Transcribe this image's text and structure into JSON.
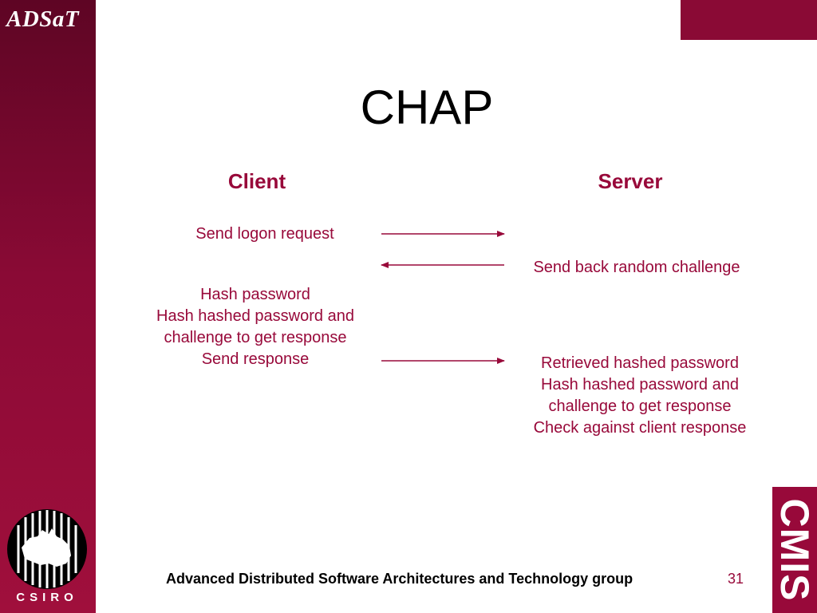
{
  "brand": {
    "name": "ADSaT"
  },
  "slide": {
    "title": "CHAP",
    "client": {
      "heading": "Client",
      "step1": "Send logon request",
      "step2_lines": [
        "Hash password",
        "Hash hashed password and",
        "challenge to get response",
        "Send response"
      ]
    },
    "server": {
      "heading": "Server",
      "step1": "Send back random challenge",
      "step2_lines": [
        "Retrieved hashed password",
        "Hash hashed password and",
        "challenge to get response",
        "Check against client response"
      ]
    },
    "footer": "Advanced Distributed Software Architectures and Technology group",
    "page_number": "31"
  },
  "logos": {
    "cmis": "CMIS",
    "csiro": "CSIRO"
  },
  "colors": {
    "accent": "#98093a",
    "sidebar": "#8a0a35",
    "arrow": "#98093a"
  }
}
